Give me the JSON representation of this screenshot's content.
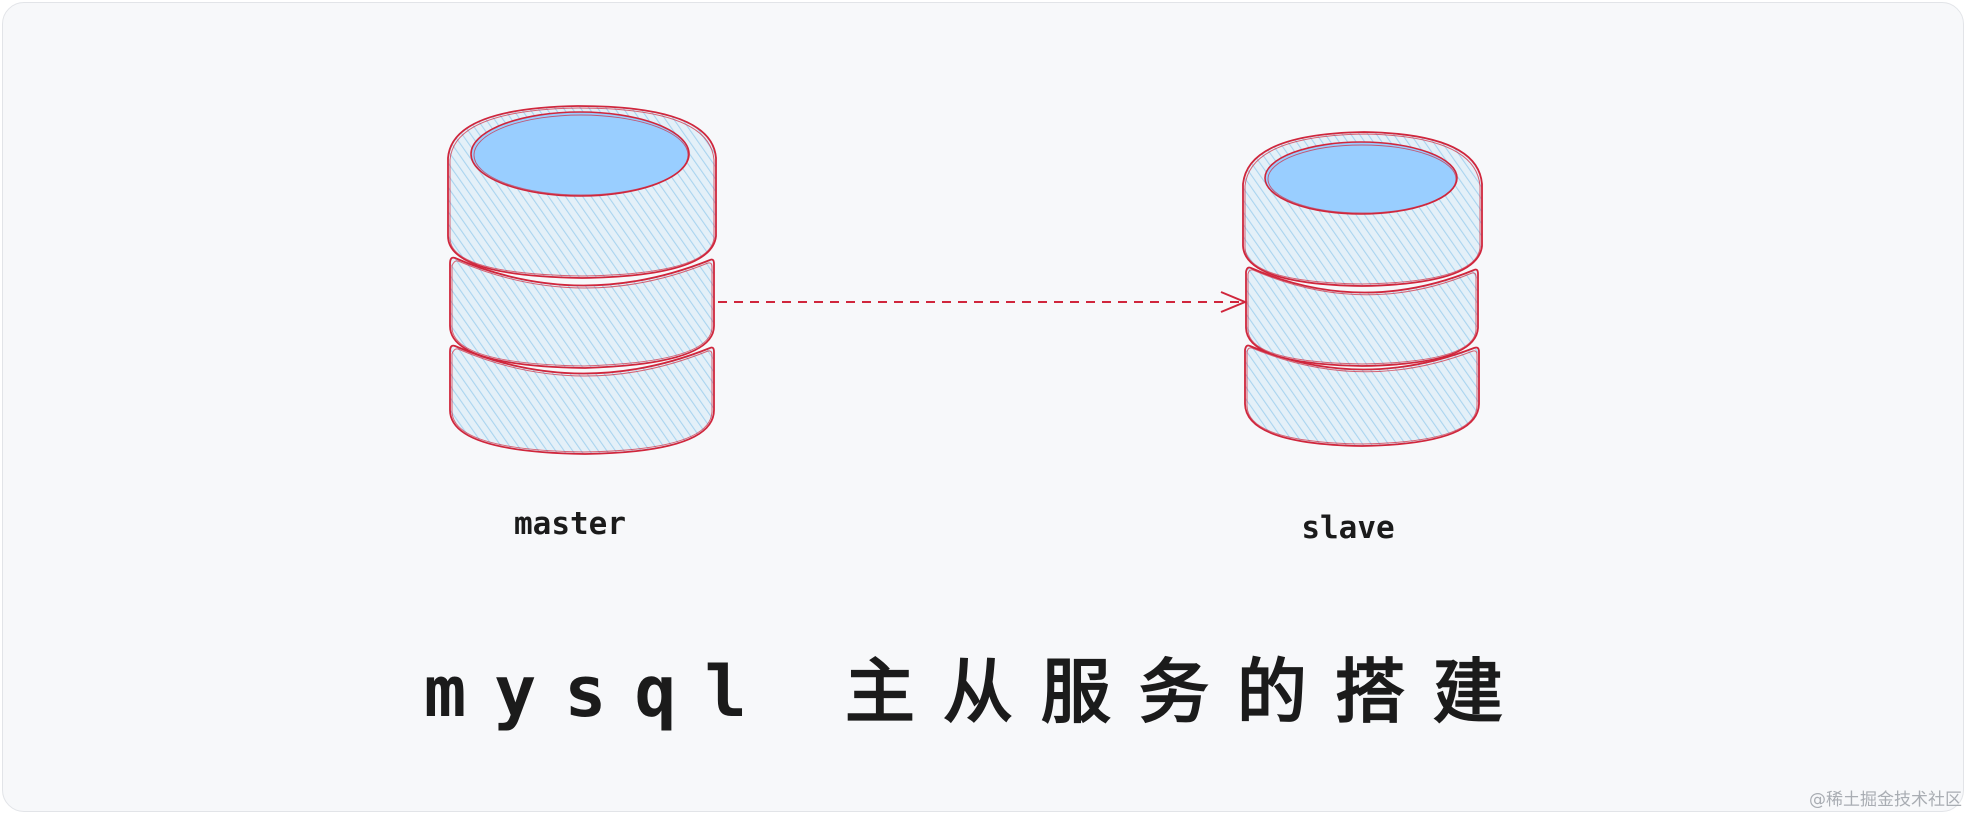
{
  "nodes": {
    "master": {
      "label": "master"
    },
    "slave": {
      "label": "slave"
    }
  },
  "edge": {
    "from": "master",
    "to": "slave",
    "style": "dashed-arrow"
  },
  "title": "mysql 主从服务的搭建",
  "watermark": "@稀土掘金技术社区",
  "colors": {
    "outline": "#d0263c",
    "top_fill": "#99ceff",
    "body_fill": "#a9d4ef",
    "text": "#1b1b1b",
    "background": "#f7f8fa"
  }
}
